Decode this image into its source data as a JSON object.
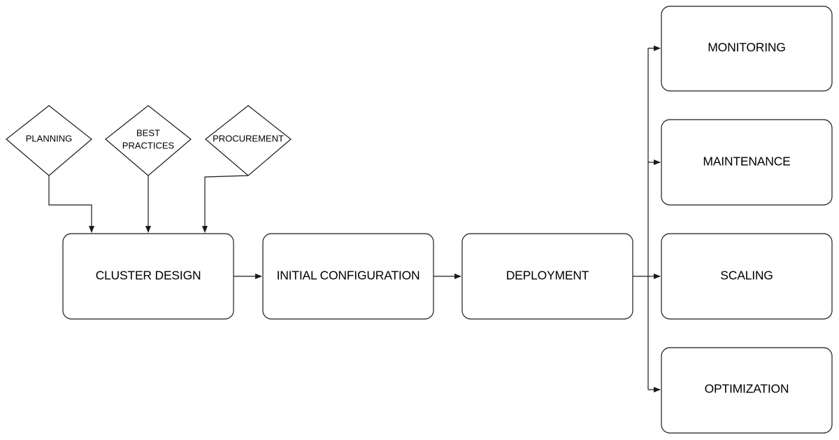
{
  "diagram": {
    "inputs": {
      "planning": "PLANNING",
      "best_practices": [
        "BEST",
        "PRACTICES"
      ],
      "procurement": "PROCUREMENT"
    },
    "steps": {
      "cluster_design": "CLUSTER DESIGN",
      "initial_configuration": "INITIAL CONFIGURATION",
      "deployment": "DEPLOYMENT"
    },
    "outcomes": {
      "monitoring": "MONITORING",
      "maintenance": "MAINTENANCE",
      "scaling": "SCALING",
      "optimization": "OPTIMIZATION"
    }
  }
}
